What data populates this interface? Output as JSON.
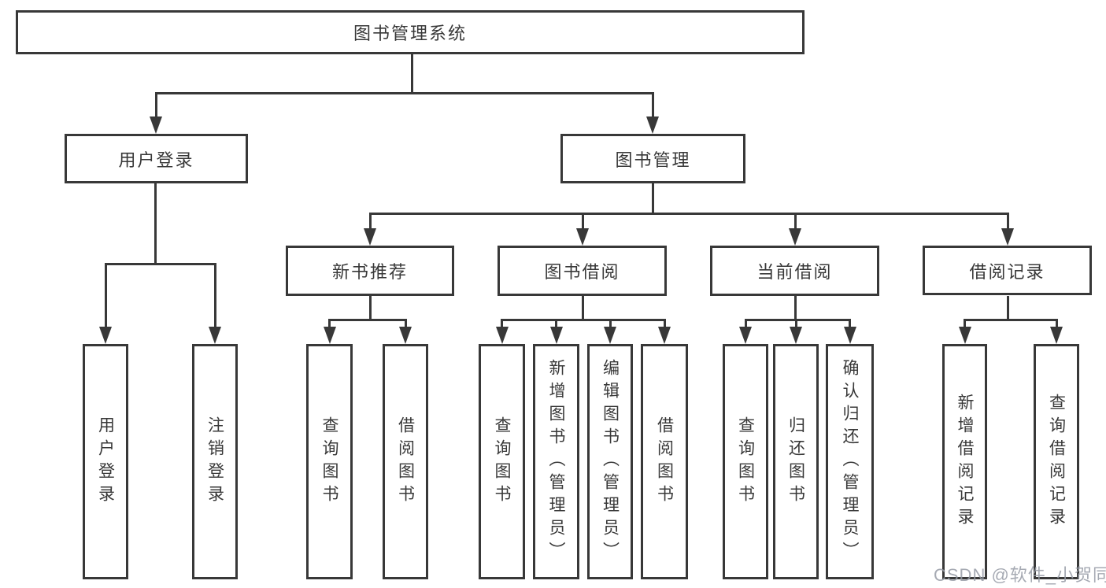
{
  "diagram": {
    "title": "图书管理系统",
    "type": "hierarchy-tree",
    "root": {
      "label": "图书管理系统"
    },
    "branches": [
      {
        "label": "用户登录",
        "children": [
          {
            "label": "用户登录"
          },
          {
            "label": "注销登录"
          }
        ]
      },
      {
        "label": "图书管理",
        "children": [
          {
            "label": "新书推荐",
            "children": [
              {
                "label": "查询图书"
              },
              {
                "label": "借阅图书"
              }
            ]
          },
          {
            "label": "图书借阅",
            "children": [
              {
                "label": "查询图书"
              },
              {
                "label": "新增图书（管理员）"
              },
              {
                "label": "编辑图书（管理员）"
              },
              {
                "label": "借阅图书"
              }
            ]
          },
          {
            "label": "当前借阅",
            "children": [
              {
                "label": "查询图书"
              },
              {
                "label": "归还图书"
              },
              {
                "label": "确认归还（管理员）"
              }
            ]
          },
          {
            "label": "借阅记录",
            "children": [
              {
                "label": "新增借阅记录"
              },
              {
                "label": "查询借阅记录"
              }
            ]
          }
        ]
      }
    ]
  },
  "watermark": {
    "text": "CSDN @软件_小贺同学"
  },
  "colors": {
    "ink": "#383838",
    "watermark": "#979ca6"
  }
}
